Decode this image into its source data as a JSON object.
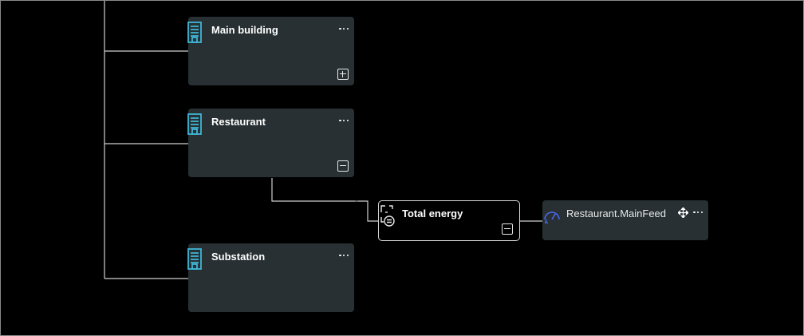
{
  "nodes": {
    "main_building": {
      "title": "Main building",
      "icon": "building-icon",
      "toggle": "expand"
    },
    "restaurant": {
      "title": "Restaurant",
      "icon": "building-icon",
      "toggle": "collapse"
    },
    "substation": {
      "title": "Substation",
      "icon": "building-icon"
    },
    "total_energy": {
      "title": "Total energy",
      "icon": "calculation-icon",
      "toggle": "collapse"
    },
    "main_feed": {
      "title": "Restaurant.MainFeed",
      "icon": "meter-gauge-icon"
    }
  },
  "colors": {
    "canvas": "#000000",
    "node_bg": "#283033",
    "building_icon": "#3fb6d6",
    "meter_icon": "#4a68e8",
    "connector": "#d0d0d0"
  }
}
